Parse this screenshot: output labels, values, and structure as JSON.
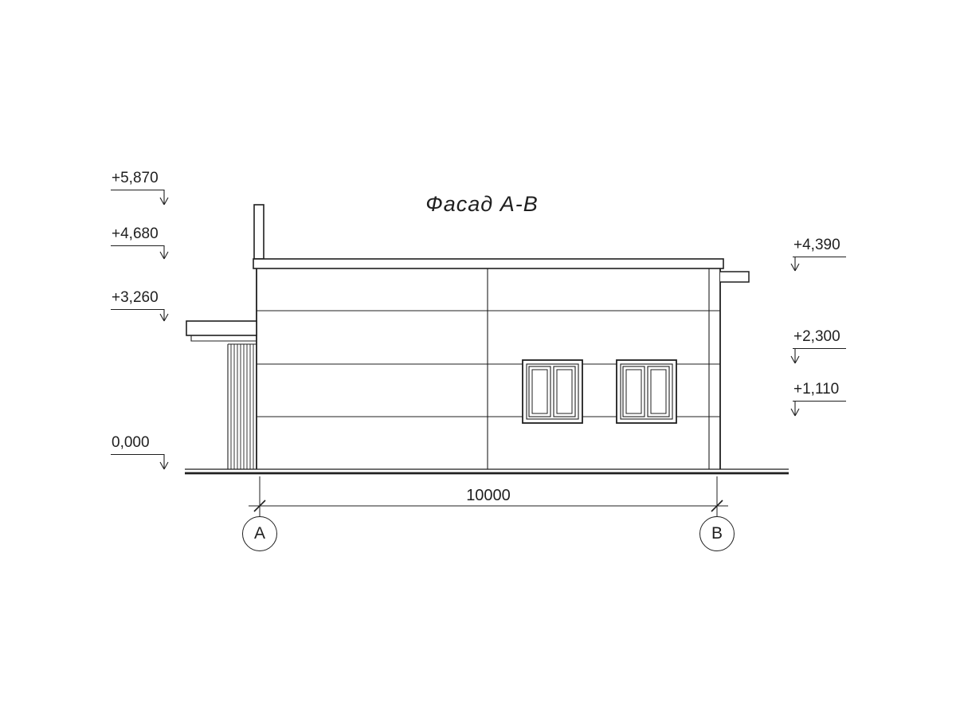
{
  "drawing": {
    "title": "Фасад А-В"
  },
  "levels": {
    "left": [
      {
        "label": "+5,870"
      },
      {
        "label": "+4,680"
      },
      {
        "label": "+3,260"
      },
      {
        "label": "0,000"
      }
    ],
    "right": [
      {
        "label": "+4,390"
      },
      {
        "label": "+2,300"
      },
      {
        "label": "+1,110"
      }
    ]
  },
  "dimensions": {
    "overall": "10000"
  },
  "axes": {
    "a": "А",
    "b": "В"
  },
  "colors": {
    "line": "#1f1f1f",
    "background": "#ffffff"
  }
}
